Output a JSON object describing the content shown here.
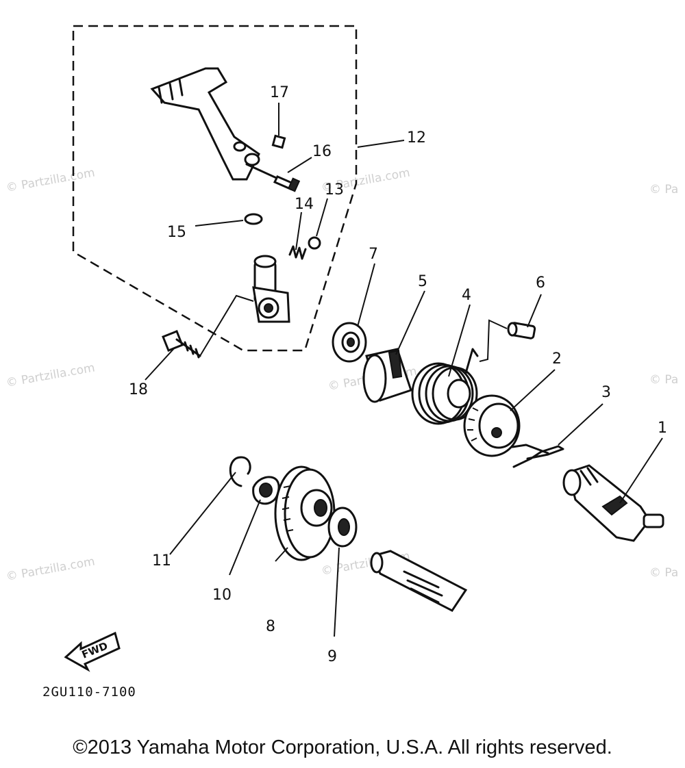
{
  "watermarks": [
    "© Partzilla.com",
    "© Partzilla.com",
    "© Pa",
    "© Partzilla.com",
    "© Partzilla.com",
    "© Pa",
    "© Partzilla.com",
    "© Partzilla.com",
    "© Pa"
  ],
  "callouts": [
    "1",
    "2",
    "3",
    "4",
    "5",
    "6",
    "7",
    "8",
    "9",
    "10",
    "11",
    "12",
    "13",
    "14",
    "15",
    "16",
    "17",
    "18"
  ],
  "fwd_label": "FWD",
  "diagram_code": "2GU110-7100",
  "copyright": "©2013 Yamaha Motor Corporation, U.S.A. All rights reserved."
}
